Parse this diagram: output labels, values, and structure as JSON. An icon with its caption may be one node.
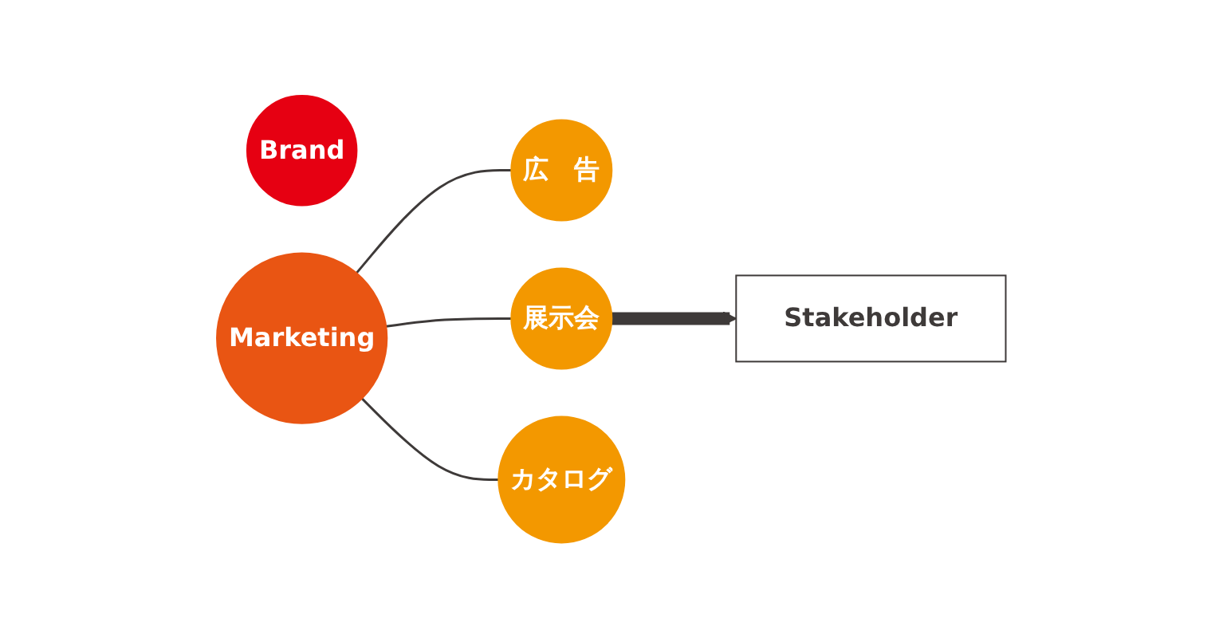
{
  "diagram": {
    "nodes": [
      {
        "text": [
          "Brand"
        ]
      },
      {
        "text": [
          "Marketing"
        ]
      },
      {
        "text": [
          "広　告"
        ]
      },
      {
        "text": [
          "展示会"
        ]
      },
      {
        "text": [
          "カタログ"
        ]
      },
      {
        "text": [
          "Stakeholder"
        ]
      }
    ],
    "edges": [
      {
        "from": 1,
        "to": 2,
        "arrow": "none"
      },
      {
        "from": 1,
        "to": 3,
        "arrow": "none"
      },
      {
        "from": 1,
        "to": 4,
        "arrow": "none"
      },
      {
        "from": 3,
        "to": 5,
        "arrow": "to",
        "style": "thick"
      }
    ]
  }
}
